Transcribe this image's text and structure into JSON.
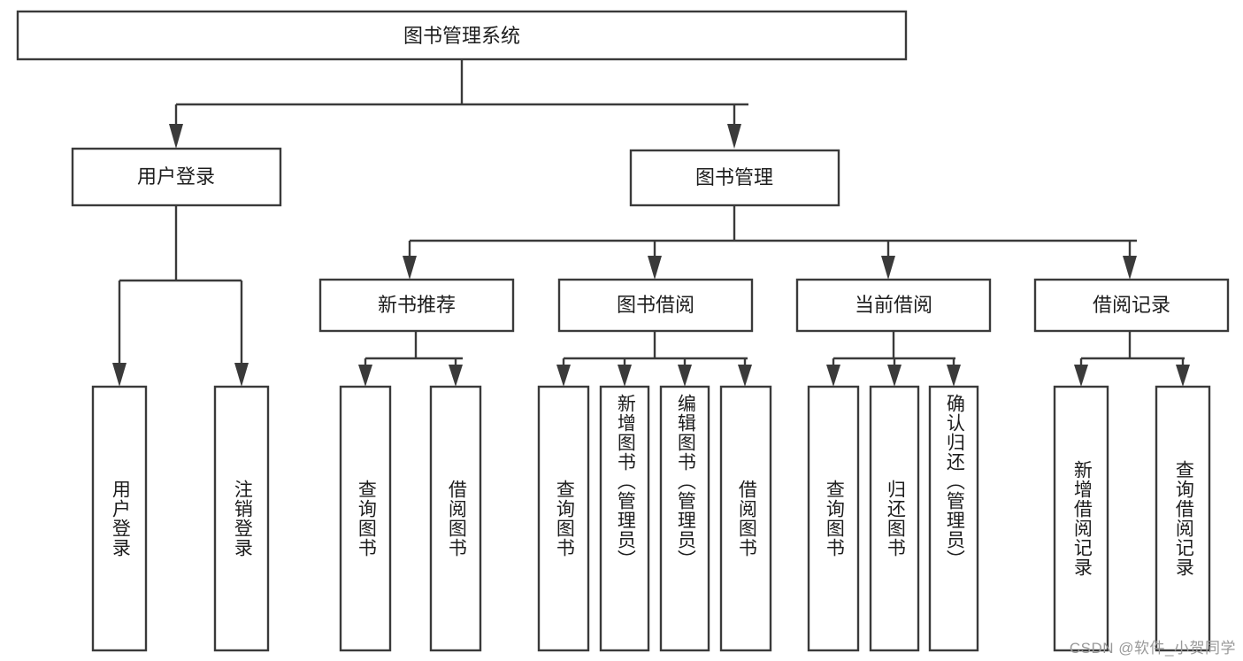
{
  "diagram": {
    "type": "tree-hierarchy-chart",
    "title": "图书管理系统",
    "stroke_color": "#3a3a3a",
    "fill_color": "#ffffff",
    "text_color": "#1d1d1d",
    "levels": [
      {
        "level": 1,
        "nodes": [
          {
            "id": "root",
            "label": "图书管理系统",
            "orientation": "horizontal"
          }
        ]
      },
      {
        "level": 2,
        "nodes": [
          {
            "id": "login",
            "label": "用户登录",
            "orientation": "horizontal",
            "parent": "root"
          },
          {
            "id": "bookmgmt",
            "label": "图书管理",
            "orientation": "horizontal",
            "parent": "root"
          }
        ]
      },
      {
        "level": 3,
        "nodes": [
          {
            "id": "newbook",
            "label": "新书推荐",
            "orientation": "horizontal",
            "parent": "bookmgmt"
          },
          {
            "id": "borrow",
            "label": "图书借阅",
            "orientation": "horizontal",
            "parent": "bookmgmt"
          },
          {
            "id": "current",
            "label": "当前借阅",
            "orientation": "horizontal",
            "parent": "bookmgmt"
          },
          {
            "id": "records",
            "label": "借阅记录",
            "orientation": "horizontal",
            "parent": "bookmgmt"
          }
        ]
      },
      {
        "level": 4,
        "nodes": [
          {
            "id": "leaf1",
            "label": "用户登录",
            "orientation": "vertical",
            "parent": "login"
          },
          {
            "id": "leaf2",
            "label": "注销登录",
            "orientation": "vertical",
            "parent": "login"
          },
          {
            "id": "leaf3",
            "label": "查询图书",
            "orientation": "vertical",
            "parent": "newbook"
          },
          {
            "id": "leaf4",
            "label": "借阅图书",
            "orientation": "vertical",
            "parent": "newbook"
          },
          {
            "id": "leaf5",
            "label": "查询图书",
            "orientation": "vertical",
            "parent": "borrow"
          },
          {
            "id": "leaf6",
            "label": "新增图书（管理员）",
            "orientation": "vertical",
            "parent": "borrow"
          },
          {
            "id": "leaf7",
            "label": "编辑图书（管理员）",
            "orientation": "vertical",
            "parent": "borrow"
          },
          {
            "id": "leaf8",
            "label": "借阅图书",
            "orientation": "vertical",
            "parent": "borrow"
          },
          {
            "id": "leaf9",
            "label": "查询图书",
            "orientation": "vertical",
            "parent": "current"
          },
          {
            "id": "leaf10",
            "label": "归还图书",
            "orientation": "vertical",
            "parent": "current"
          },
          {
            "id": "leaf11",
            "label": "确认归还（管理员）",
            "orientation": "vertical",
            "parent": "current"
          },
          {
            "id": "leaf12",
            "label": "新增借阅记录",
            "orientation": "vertical",
            "parent": "records"
          },
          {
            "id": "leaf13",
            "label": "查询借阅记录",
            "orientation": "vertical",
            "parent": "records"
          }
        ]
      }
    ]
  },
  "watermark": {
    "text": "CSDN @软件_小贺同学"
  }
}
